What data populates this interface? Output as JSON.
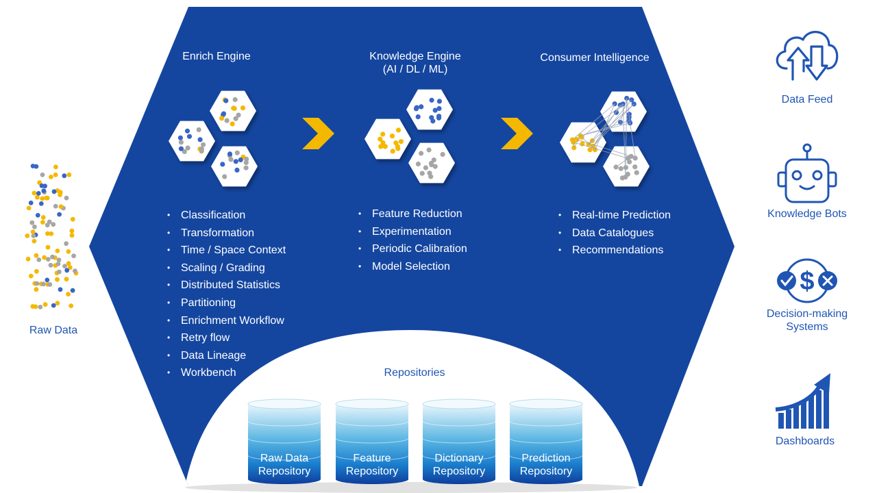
{
  "raw_data_label": "Raw Data",
  "engines": [
    {
      "title_line1": "Enrich Engine",
      "title_line2": "",
      "items": [
        "Classification",
        "Transformation",
        "Time / Space Context",
        "Scaling / Grading",
        "Distributed Statistics",
        "Partitioning",
        "Enrichment Workflow",
        "Retry flow",
        "Data Lineage",
        "Workbench"
      ]
    },
    {
      "title_line1": "Knowledge Engine",
      "title_line2": "(AI / DL / ML)",
      "items": [
        "Feature Reduction",
        "Experimentation",
        "Periodic Calibration",
        "Model Selection"
      ]
    },
    {
      "title_line1": "Consumer Intelligence",
      "title_line2": "",
      "items": [
        "Real-time Prediction",
        "Data Catalogues",
        "Recommendations"
      ]
    }
  ],
  "repositories": {
    "title": "Repositories",
    "items": [
      {
        "line1": "Raw Data",
        "line2": "Repository"
      },
      {
        "line1": "Feature",
        "line2": "Repository"
      },
      {
        "line1": "Dictionary",
        "line2": "Repository"
      },
      {
        "line1": "Prediction",
        "line2": "Repository"
      }
    ]
  },
  "outputs": [
    {
      "label_line1": "Data Feed",
      "label_line2": "",
      "icon": "cloud-sync-icon"
    },
    {
      "label_line1": "Knowledge Bots",
      "label_line2": "",
      "icon": "robot-icon"
    },
    {
      "label_line1": "Decision-making",
      "label_line2": "Systems",
      "icon": "decision-icon"
    },
    {
      "label_line1": "Dashboards",
      "label_line2": "",
      "icon": "growth-chart-icon"
    }
  ],
  "colors": {
    "primary_blue": "#1446a0",
    "accent_yellow": "#f5b800",
    "dot_blue": "#3a66c4",
    "dot_grey": "#a6a6a6",
    "text_blue": "#1f55b3"
  }
}
